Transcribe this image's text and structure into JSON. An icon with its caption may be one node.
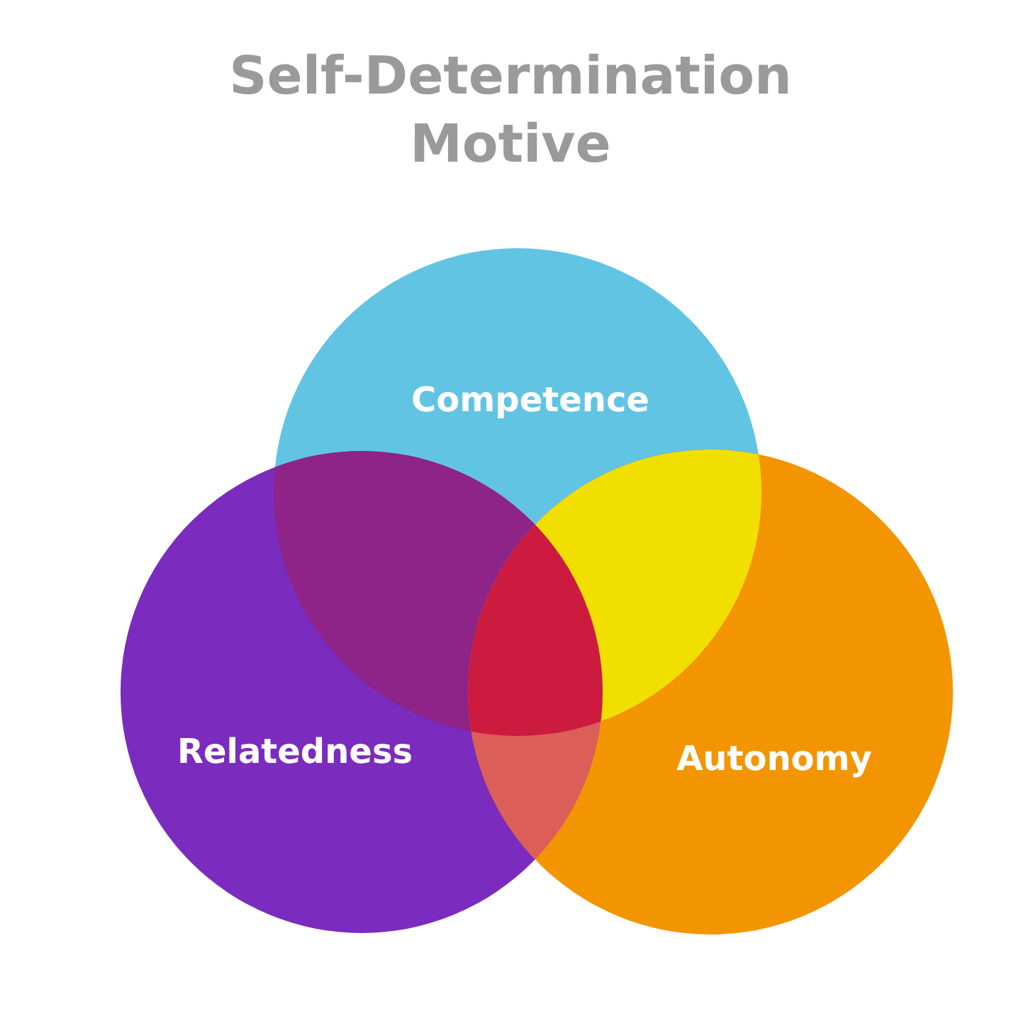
{
  "diagram": {
    "title": "Self-Determination Motive",
    "nodes": [
      {
        "text": [
          "Competence"
        ]
      },
      {
        "text": [
          "Relatedness"
        ]
      },
      {
        "text": [
          "Autonomy"
        ]
      }
    ],
    "edges": []
  }
}
